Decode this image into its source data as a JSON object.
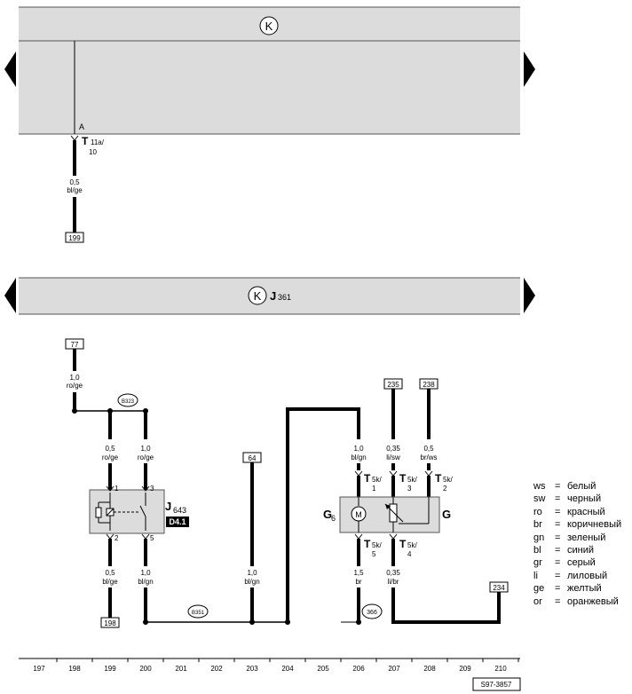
{
  "panel1": {
    "symbol": "K"
  },
  "panel2": {
    "symbol": "K",
    "component": "J",
    "component_sub": "361"
  },
  "top_connector": {
    "pin": "A",
    "name": "T",
    "sub": "11a/",
    "pin_num": "10"
  },
  "top_wire": {
    "gauge": "0,5",
    "color": "bl/ge",
    "ref": "199"
  },
  "refs": {
    "r77": "77",
    "r198": "198",
    "r64": "64",
    "r235": "235",
    "r238": "238",
    "r234": "234"
  },
  "wires": {
    "w77": {
      "gauge": "1,0",
      "color": "ro/ge"
    },
    "w199a": {
      "gauge": "0,5",
      "color": "ro/ge"
    },
    "w200a": {
      "gauge": "1,0",
      "color": "ro/ge"
    },
    "w199b": {
      "gauge": "0,5",
      "color": "bl/ge"
    },
    "w200b": {
      "gauge": "1,0",
      "color": "bl/gn"
    },
    "w203": {
      "gauge": "1,0",
      "color": "bl/gn"
    },
    "w206a": {
      "gauge": "1,0",
      "color": "bl/gn"
    },
    "w207a": {
      "gauge": "0,35",
      "color": "li/sw"
    },
    "w208a": {
      "gauge": "0,5",
      "color": "br/ws"
    },
    "w206b": {
      "gauge": "1,5",
      "color": "br"
    },
    "w207b": {
      "gauge": "0,35",
      "color": "li/br"
    }
  },
  "nodes": {
    "b323": "B323",
    "b351": "B351",
    "n366": "366"
  },
  "relay": {
    "name": "J",
    "sub": "643",
    "badge": "D4.1",
    "pin1": "1",
    "pin3": "3",
    "pin2": "2",
    "pin5": "5"
  },
  "sensor": {
    "g6": "G",
    "g6_sub": "6",
    "g": "G",
    "motor": "M",
    "t1": {
      "name": "T",
      "sub": "5k/",
      "pin": "1"
    },
    "t3": {
      "name": "T",
      "sub": "5k/",
      "pin": "3"
    },
    "t2": {
      "name": "T",
      "sub": "5k/",
      "pin": "2"
    },
    "t5": {
      "name": "T",
      "sub": "5k/",
      "pin": "5"
    },
    "t4": {
      "name": "T",
      "sub": "5k/",
      "pin": "4"
    }
  },
  "legend": [
    {
      "code": "ws",
      "eq": "=",
      "text": "белый"
    },
    {
      "code": "sw",
      "eq": "=",
      "text": "черный"
    },
    {
      "code": "ro",
      "eq": "=",
      "text": "красный"
    },
    {
      "code": "br",
      "eq": "=",
      "text": "коричневый"
    },
    {
      "code": "gn",
      "eq": "=",
      "text": "зеленый"
    },
    {
      "code": "bl",
      "eq": "=",
      "text": "синий"
    },
    {
      "code": "gr",
      "eq": "=",
      "text": "серый"
    },
    {
      "code": "li",
      "eq": "=",
      "text": "лиловый"
    },
    {
      "code": "ge",
      "eq": "=",
      "text": "желтый"
    },
    {
      "code": "or",
      "eq": "=",
      "text": "оранжевый"
    }
  ],
  "ruler": [
    "197",
    "198",
    "199",
    "200",
    "201",
    "202",
    "203",
    "204",
    "205",
    "206",
    "207",
    "208",
    "209",
    "210"
  ],
  "doc_id": "S97-3857"
}
